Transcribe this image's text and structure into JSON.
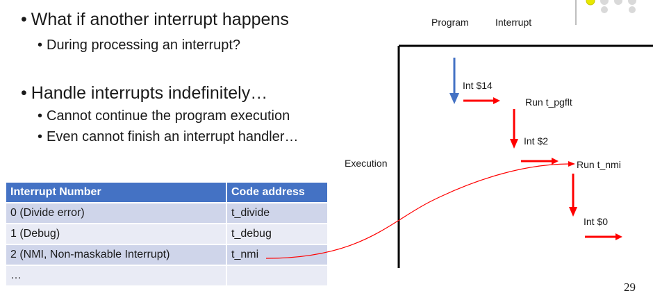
{
  "bullets": {
    "q1": "What if another interrupt happens",
    "q1_sub": "During processing an interrupt?",
    "q2": "Handle interrupts indefinitely…",
    "q2_sub1": "Cannot continue the program execution",
    "q2_sub2": "Even cannot finish an interrupt handler…"
  },
  "table": {
    "headers": [
      "Interrupt Number",
      "Code address"
    ],
    "rows": [
      [
        "0 (Divide error)",
        "t_divide"
      ],
      [
        "1 (Debug)",
        "t_debug"
      ],
      [
        "2 (NMI, Non-maskable Interrupt)",
        "t_nmi"
      ],
      [
        "…",
        ""
      ]
    ]
  },
  "diagram": {
    "col_program": "Program",
    "col_interrupt": "Interrupt",
    "axis_label": "Execution",
    "steps": {
      "int14": "Int $14",
      "run_pgflt": "Run t_pgflt",
      "int2": "Int $2",
      "run_nmi": "Run t_nmi",
      "int0": "Int $0"
    },
    "colors": {
      "red": "#ff0000",
      "blue": "#4472c4",
      "axis": "#000000"
    }
  },
  "slide_number": "29"
}
